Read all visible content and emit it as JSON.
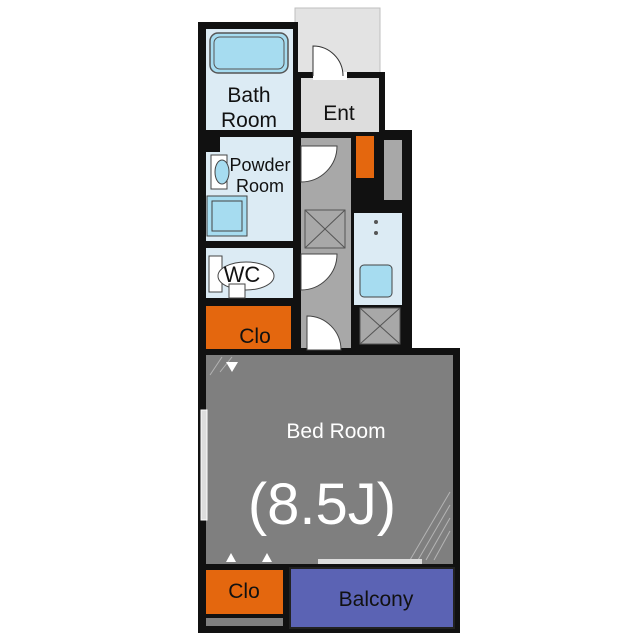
{
  "rooms": {
    "bath": {
      "label_line1": "Bath",
      "label_line2": "Room"
    },
    "entrance": {
      "label": "Ent"
    },
    "powder": {
      "label_line1": "Powder",
      "label_line2": "Room"
    },
    "wc": {
      "label": "WC"
    },
    "closet_upper": {
      "label": "Clo"
    },
    "bedroom": {
      "label": "Bed Room",
      "size": "(8.5J)"
    },
    "closet_lower": {
      "label": "Clo"
    },
    "balcony": {
      "label": "Balcony"
    }
  },
  "colors": {
    "wall": "#111111",
    "bedroom_floor": "#7f7f7f",
    "wet_area": "#dcebf4",
    "fixture": "#a6dcf0",
    "closet": "#e4670e",
    "balcony": "#5b63b4",
    "corridor": "#a8a8a8",
    "entry_porch": "#e3e3e3",
    "entrance_floor": "#dddddd"
  }
}
